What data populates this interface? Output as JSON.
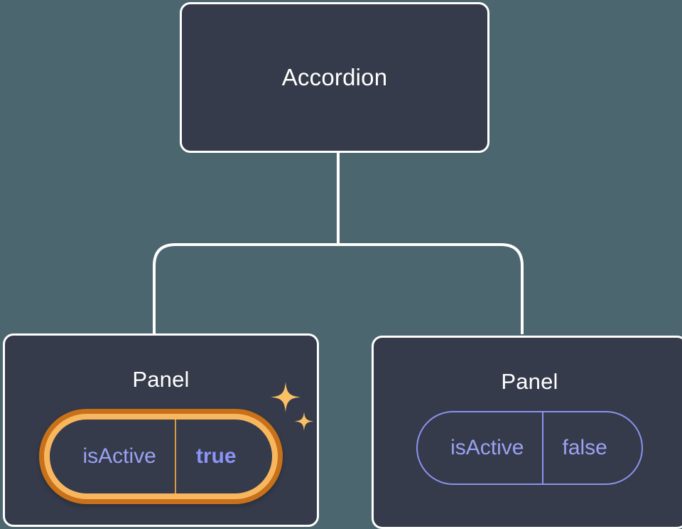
{
  "canvas": {
    "background_color": "#4c666f",
    "node_fill_color": "#353b4a",
    "node_border_color": "#ffffff",
    "connector_color": "#ffffff",
    "accent_highlight_color": "#f8b75e",
    "accent_highlight_outer_color": "#c8711a",
    "prop_color": "#9aa2f2"
  },
  "tree": {
    "root": {
      "title": "Accordion"
    },
    "children": [
      {
        "title": "Panel",
        "highlighted": true,
        "prop": {
          "key": "isActive",
          "value": "true"
        },
        "sparkle_icons": [
          "sparkle-large-icon",
          "sparkle-small-icon"
        ]
      },
      {
        "title": "Panel",
        "highlighted": false,
        "prop": {
          "key": "isActive",
          "value": "false"
        }
      }
    ]
  }
}
